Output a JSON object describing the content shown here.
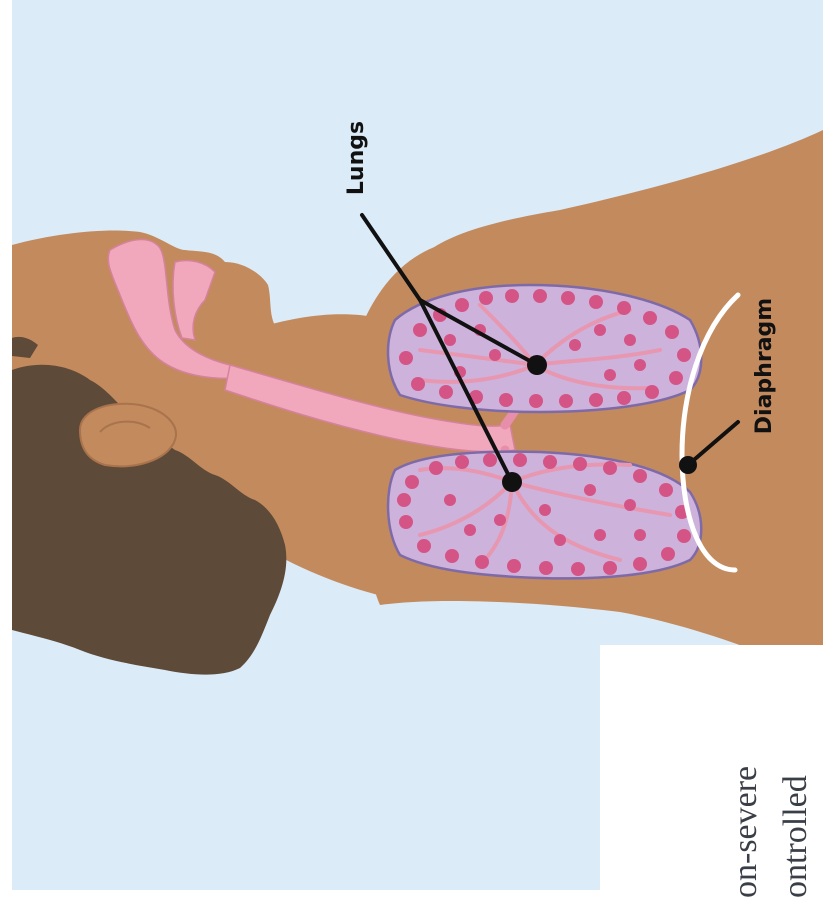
{
  "labels": {
    "lungs": "Lungs",
    "diaphragm": "Diaphragm"
  },
  "document_fragment": {
    "line1": "on-severe",
    "line2": "ontrolled"
  },
  "colors": {
    "background": "#dcebf8",
    "skin": "#c38a5e",
    "hair": "#5e4a38",
    "airway": "#f1a8bd",
    "lung_fill": "#cdb2dc",
    "alveoli": "#d55486",
    "diaphragm": "#ffffff",
    "leader_line": "#111111"
  }
}
